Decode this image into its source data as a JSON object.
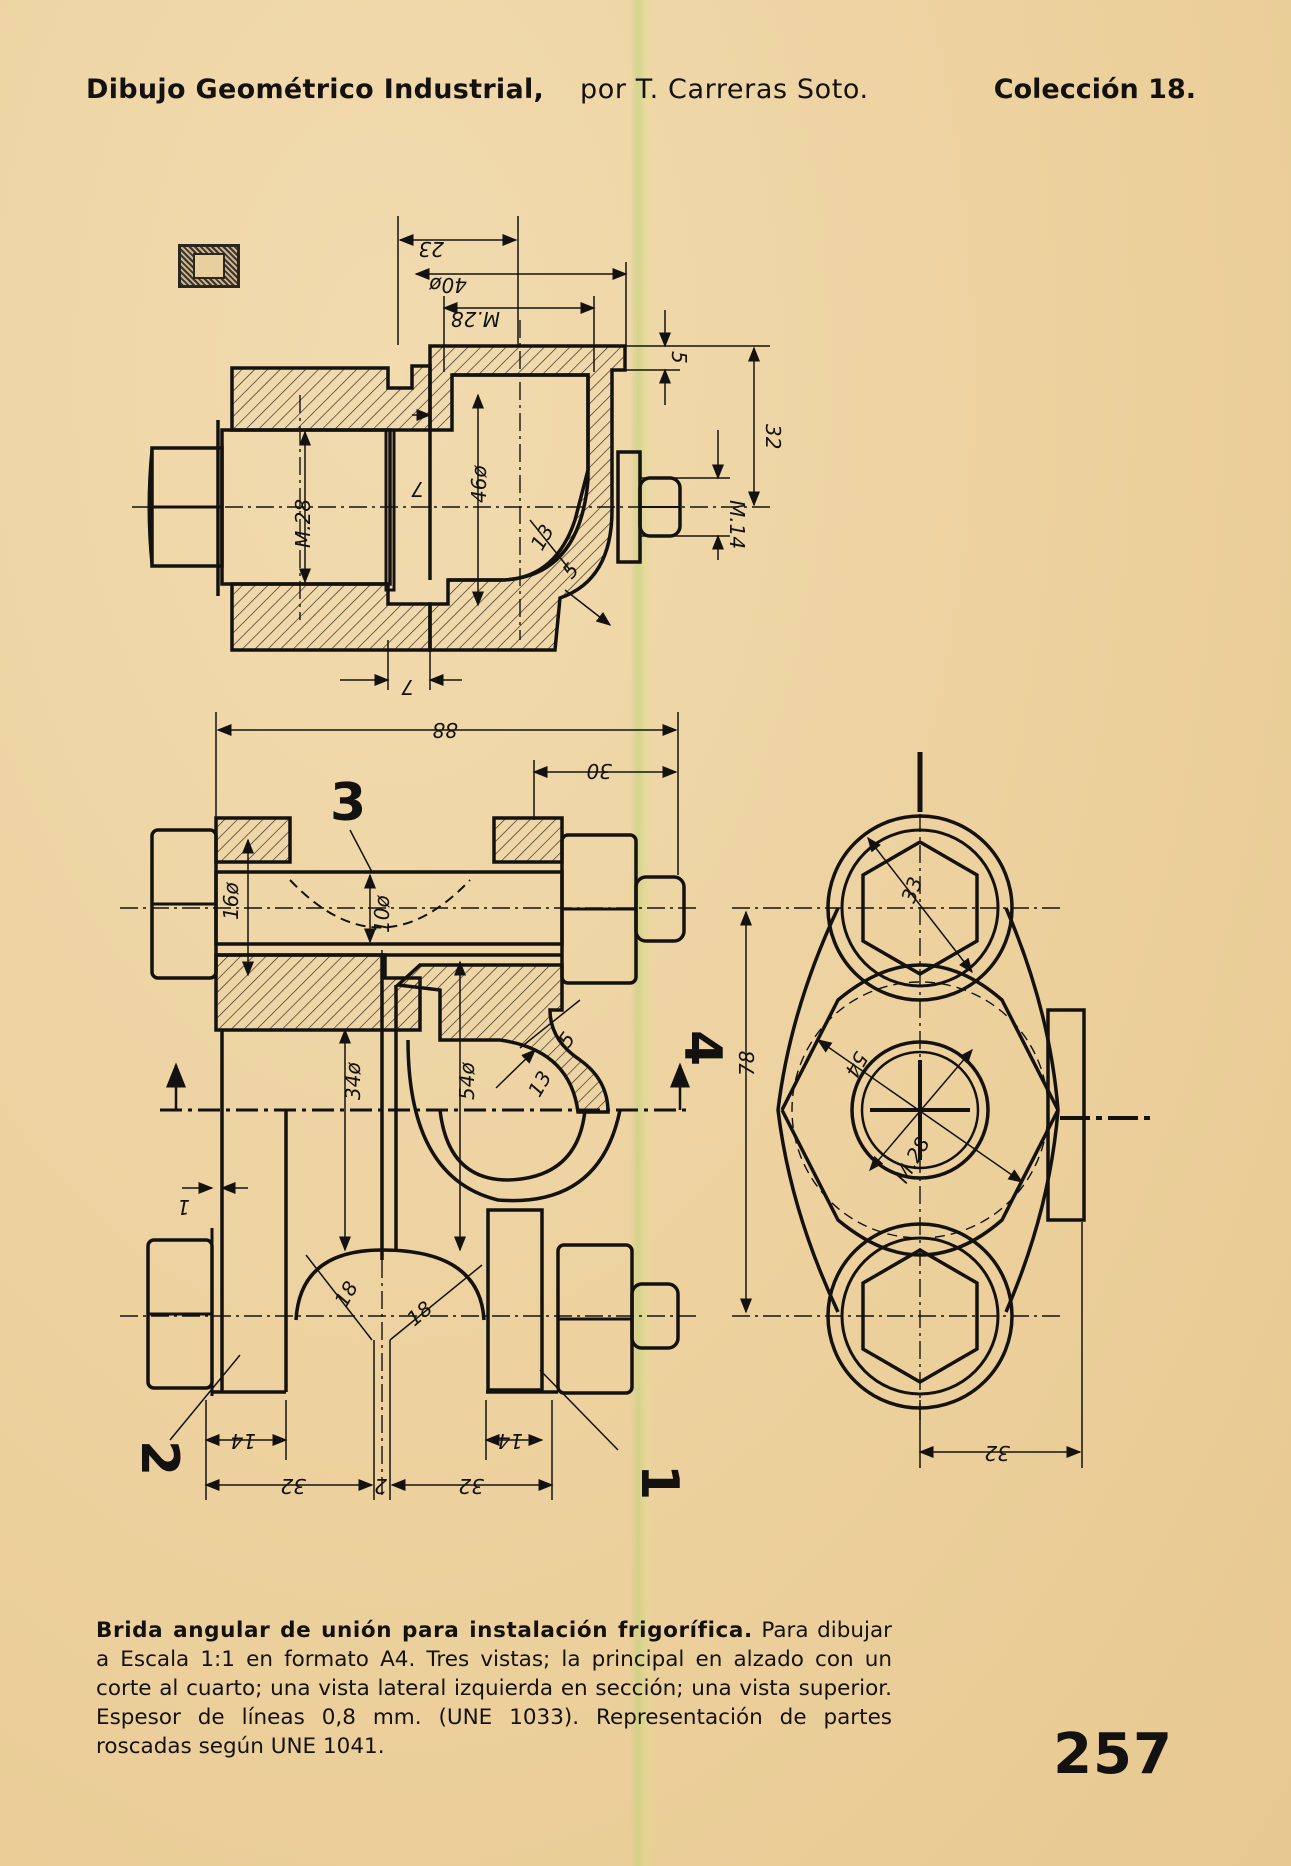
{
  "header": {
    "title": "Dibujo Geométrico Industrial,",
    "author": "por T. Carreras Soto.",
    "collection": "Colección 18."
  },
  "drawing": {
    "dimensions": {
      "d23": "23",
      "d40": "40ø",
      "m28_top": "M.28",
      "d5": "5",
      "d32_right": "32",
      "d7_a": "7",
      "d46": "46ø",
      "m28_side": "M.28",
      "d13_top": "13",
      "d5_top": "5",
      "m14": "M.14",
      "d7_b": "7",
      "d88": "88",
      "d30": "30",
      "d16": "16ø",
      "d10": "10ø",
      "d34": "34ø",
      "d54_front": "54ø",
      "d13_front": "13",
      "d5_front": "5",
      "d1": "1",
      "d18_a": "18",
      "d18_b": "18",
      "d14_a": "14",
      "d14_b": "14",
      "d32_a": "32",
      "d2": "2",
      "d32_b": "32",
      "d78": "78",
      "d33": "33",
      "d54_side": "54",
      "m28_circle": "M.28",
      "d32_side": "32"
    },
    "part_numbers": {
      "p1": "1",
      "p2": "2",
      "p3": "3",
      "p4": "4"
    }
  },
  "caption": {
    "title": "Brida angular de unión para instalación frigorífica.",
    "body": "Para dibujar a Escala 1:1 en formato A4. Tres vistas; la principal en alzado con un corte al cuarto; una vista lateral izquierda en sección; una vista superior. Espesor de líneas 0,8 mm. (UNE 1033). Representación de partes roscadas según UNE 1041."
  },
  "page_number": "257"
}
